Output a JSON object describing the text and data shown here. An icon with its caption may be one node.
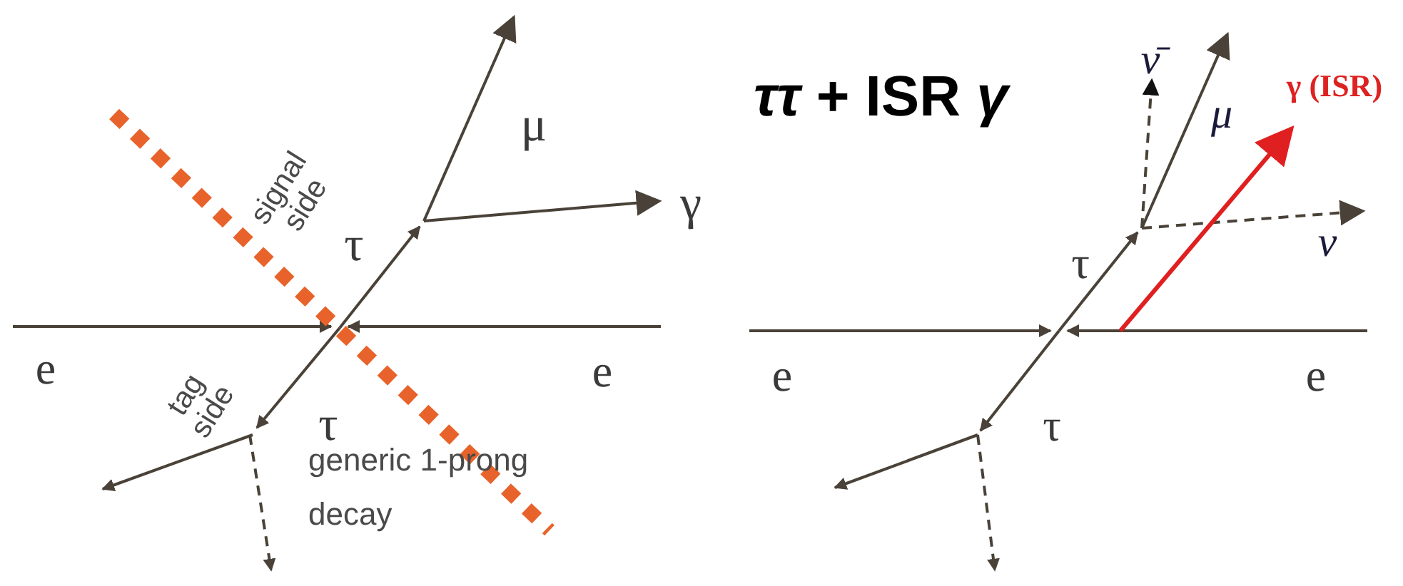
{
  "diagram": {
    "title": "*ττ* + ISR *γ*",
    "labels": [
      "signal side",
      "μ",
      "γ",
      "τ",
      "e",
      "e",
      "tag side",
      "τ",
      "generic 1-prong decay",
      "ν̄",
      "μ",
      "γ (ISR)",
      "ν",
      "τ",
      "e",
      "e",
      "τ"
    ]
  }
}
